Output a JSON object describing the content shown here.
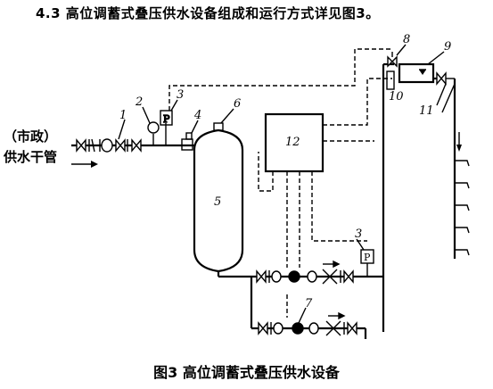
{
  "heading": "4.3 高位调蓄式叠压供水设备组成和运行方式详见图3。",
  "caption": "图3 高位调蓄式叠压供水设备",
  "source": {
    "line1": "（市政）",
    "line2": "供水干管"
  },
  "labels": {
    "n1": "1",
    "n2": "2",
    "n3": "3",
    "n4": "4",
    "n5": "5",
    "n6": "6",
    "n7": "7",
    "n8": "8",
    "n9": "9",
    "n10": "10",
    "n11": "11",
    "n12": "12",
    "n3b": "3"
  },
  "gauge_glyph": "P"
}
